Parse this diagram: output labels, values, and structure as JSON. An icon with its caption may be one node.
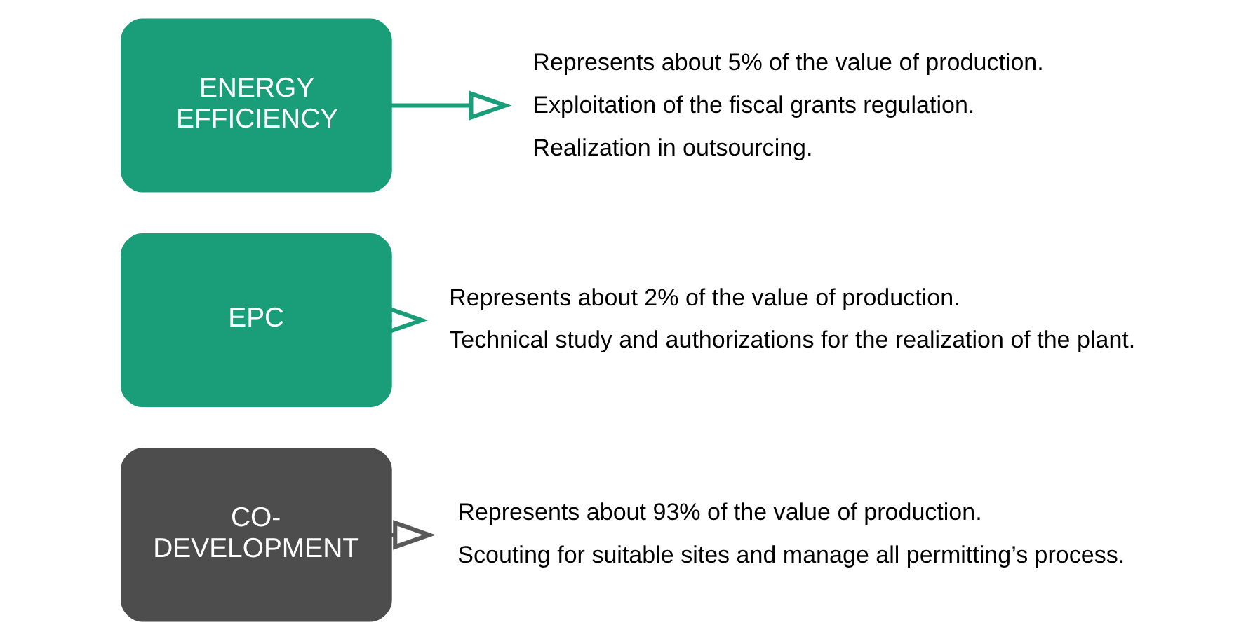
{
  "diagram": {
    "nodes": [
      {
        "text": [
          "CO- DEVELOPMENT"
        ]
      },
      {
        "text": [
          "Represents about 93% of the value of production.",
          "Scouting for suitable sites and manage all permitting’s process."
        ]
      },
      {
        "text": [
          "EPC"
        ]
      },
      {
        "text": [
          "Represents about 2% of the value of production.",
          "Technical study and authorizations for the realization of the plant."
        ]
      },
      {
        "text": [
          "ENERGY EFFICIENCY"
        ]
      },
      {
        "text": [
          "Represents about 5% of the value of production.",
          "Exploitation of the fiscal grants regulation.",
          "Realization in outsourcing."
        ]
      }
    ],
    "edges": [
      {
        "from": 0,
        "to": 1,
        "arrow": "to",
        "color": "#595959"
      },
      {
        "from": 2,
        "to": 3,
        "arrow": "to"
      },
      {
        "from": 4,
        "to": 5,
        "arrow": "to"
      }
    ]
  }
}
